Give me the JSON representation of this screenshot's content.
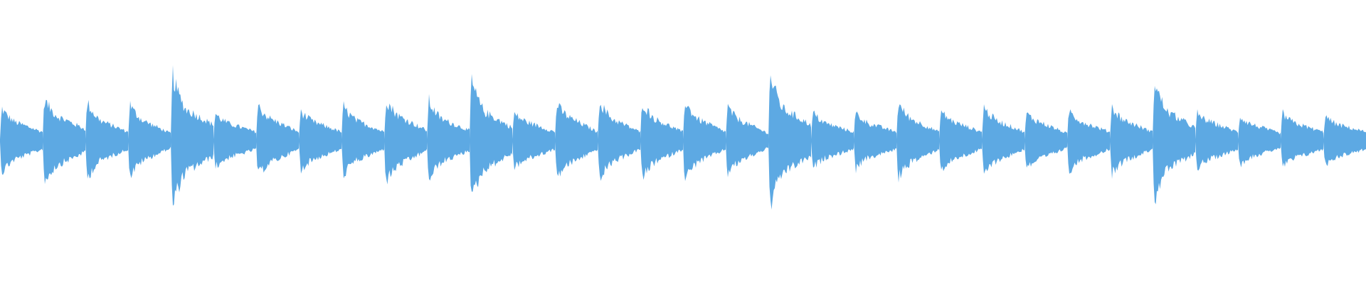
{
  "waveform": {
    "color": "#5da9e3",
    "background": "#ffffff",
    "beat_count": 32,
    "beats": [
      {
        "peak": 0.48,
        "sustain": 0.26,
        "tail": 0.12
      },
      {
        "peak": 0.62,
        "sustain": 0.34,
        "tail": 0.16
      },
      {
        "peak": 0.58,
        "sustain": 0.28,
        "tail": 0.12
      },
      {
        "peak": 0.54,
        "sustain": 0.28,
        "tail": 0.1
      },
      {
        "peak": 1.0,
        "sustain": 0.44,
        "tail": 0.22
      },
      {
        "peak": 0.4,
        "sustain": 0.24,
        "tail": 0.12
      },
      {
        "peak": 0.52,
        "sustain": 0.3,
        "tail": 0.12
      },
      {
        "peak": 0.44,
        "sustain": 0.26,
        "tail": 0.12
      },
      {
        "peak": 0.52,
        "sustain": 0.28,
        "tail": 0.12
      },
      {
        "peak": 0.62,
        "sustain": 0.34,
        "tail": 0.14
      },
      {
        "peak": 0.6,
        "sustain": 0.3,
        "tail": 0.14
      },
      {
        "peak": 0.92,
        "sustain": 0.4,
        "tail": 0.18
      },
      {
        "peak": 0.4,
        "sustain": 0.26,
        "tail": 0.12
      },
      {
        "peak": 0.54,
        "sustain": 0.32,
        "tail": 0.12
      },
      {
        "peak": 0.6,
        "sustain": 0.3,
        "tail": 0.12
      },
      {
        "peak": 0.58,
        "sustain": 0.3,
        "tail": 0.12
      },
      {
        "peak": 0.6,
        "sustain": 0.3,
        "tail": 0.12
      },
      {
        "peak": 0.5,
        "sustain": 0.28,
        "tail": 0.1
      },
      {
        "peak": 1.0,
        "sustain": 0.44,
        "tail": 0.22
      },
      {
        "peak": 0.42,
        "sustain": 0.24,
        "tail": 0.12
      },
      {
        "peak": 0.42,
        "sustain": 0.24,
        "tail": 0.12
      },
      {
        "peak": 0.56,
        "sustain": 0.3,
        "tail": 0.12
      },
      {
        "peak": 0.44,
        "sustain": 0.26,
        "tail": 0.12
      },
      {
        "peak": 0.5,
        "sustain": 0.28,
        "tail": 0.12
      },
      {
        "peak": 0.4,
        "sustain": 0.26,
        "tail": 0.1
      },
      {
        "peak": 0.46,
        "sustain": 0.26,
        "tail": 0.12
      },
      {
        "peak": 0.5,
        "sustain": 0.28,
        "tail": 0.12
      },
      {
        "peak": 0.92,
        "sustain": 0.4,
        "tail": 0.18
      },
      {
        "peak": 0.4,
        "sustain": 0.26,
        "tail": 0.12
      },
      {
        "peak": 0.36,
        "sustain": 0.22,
        "tail": 0.1
      },
      {
        "peak": 0.4,
        "sustain": 0.24,
        "tail": 0.12
      },
      {
        "peak": 0.36,
        "sustain": 0.22,
        "tail": 0.12
      }
    ]
  }
}
